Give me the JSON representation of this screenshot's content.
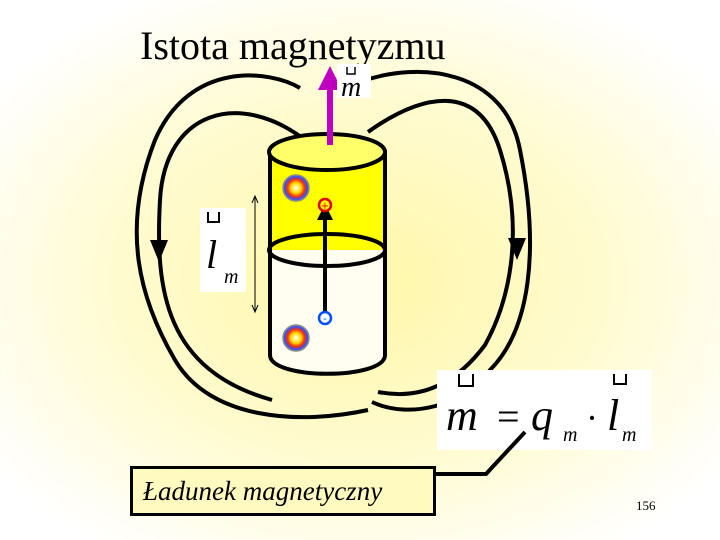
{
  "slide": {
    "title": "Istota magnetyzmu",
    "label": "Ładunek magnetyczny",
    "page_number": "156"
  },
  "symbols": {
    "moment": "m",
    "length_base": "l",
    "length_sub": "m",
    "formula_lhs": "m",
    "formula_equals": "=",
    "formula_q": "q",
    "formula_q_sub": "m",
    "formula_dot": "·",
    "formula_l": "l",
    "formula_l_sub": "m",
    "plus_sign": "+",
    "minus_sign": "-"
  },
  "colors": {
    "background_tint": "#fff7a8",
    "magnet_upper": "#ffff00",
    "field_lines": "#000000",
    "moment_arrow": "#c000c0",
    "positive_charge": "#e00000",
    "negative_charge": "#0050ff"
  }
}
